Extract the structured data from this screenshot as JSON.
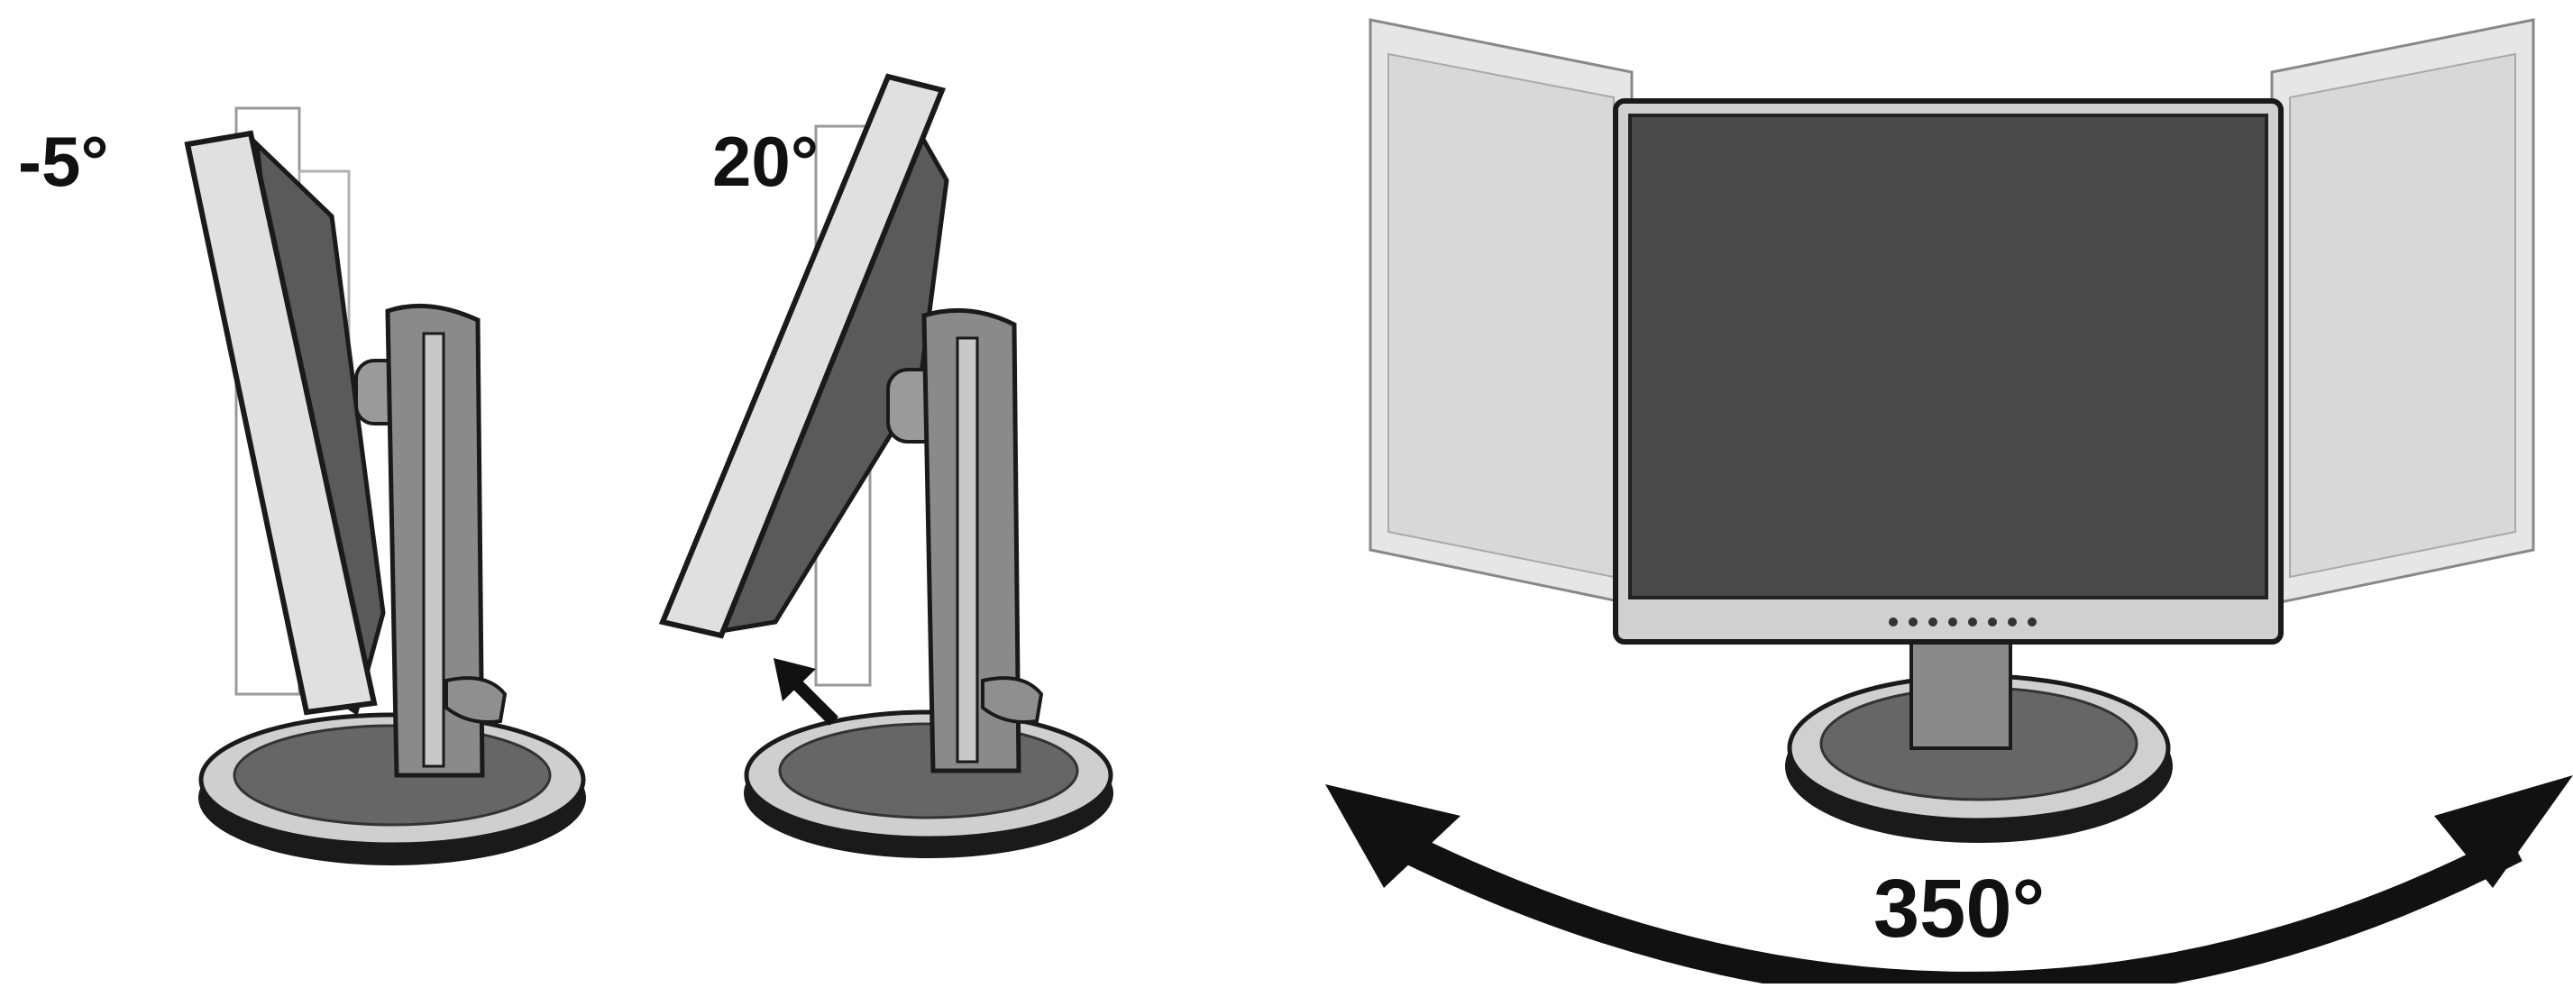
{
  "labels": {
    "tilt_back": "-5°",
    "tilt_forward": "20°",
    "swivel": "350°"
  },
  "colors": {
    "background": "#ffffff",
    "outline": "#1a1a1a",
    "bezel": "#d0d0d0",
    "screen": "#4a4a4a",
    "base_dark": "#555555",
    "ghost": "#e6e6e6"
  },
  "icons": {
    "tilt_arrow": "arrow-up-left-icon",
    "swivel_arrow": "double-headed-curved-arrow-icon"
  }
}
